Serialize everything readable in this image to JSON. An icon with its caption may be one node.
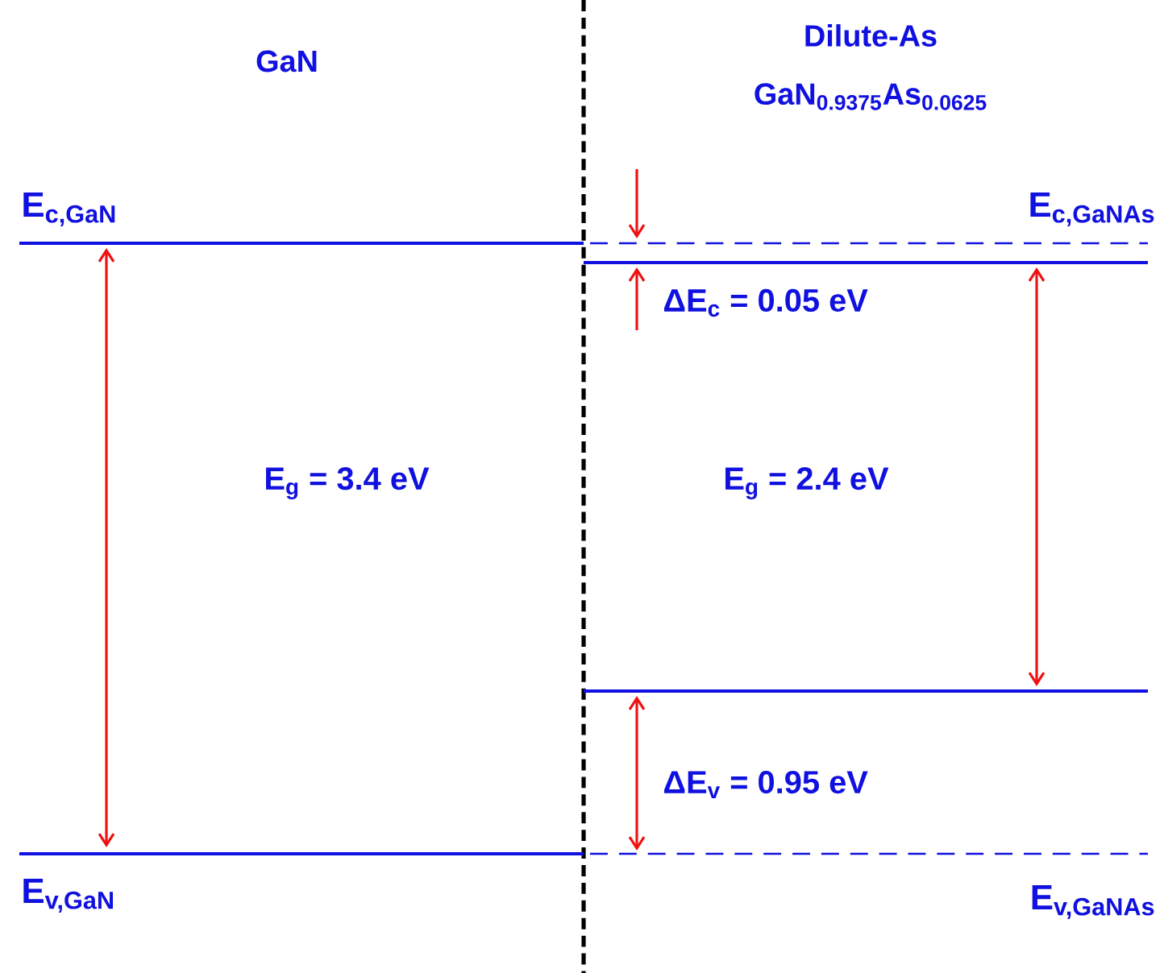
{
  "diagram": {
    "labels": [
      "GaN",
      "Dilute-As",
      "GaN$_{0.9375}$As$_{0.0625}$",
      "E$_{c,GaN}$",
      "E$_{c,GaNAs}$",
      "ΔE$_{c}$ = 0.05 eV",
      "E$_{g}$ = 3.4 eV",
      "E$_{g}$ = 2.4 eV",
      "ΔE$_{v}$ = 0.95 eV",
      "E$_{v,GaN}$",
      "E$_{v,GaNAs}$"
    ]
  }
}
